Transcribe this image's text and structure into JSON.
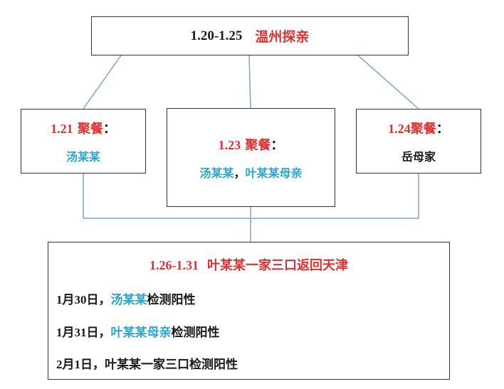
{
  "colors": {
    "accent_red": "#e0302f",
    "accent_blue": "#2aa6cf",
    "connector": "#7aa6cf",
    "text": "#1a1a1a"
  },
  "top": {
    "dates": "1.20-1.25",
    "title": "温州探亲"
  },
  "gatherings": [
    {
      "date": "1.21",
      "label": " 聚餐",
      "colon": "：",
      "people": [
        "汤某某"
      ],
      "separator": ""
    },
    {
      "date": "1.23",
      "label": " 聚餐",
      "colon": "：",
      "people": [
        "汤某某",
        "叶某某母亲"
      ],
      "separator": "，"
    },
    {
      "date": "1.24",
      "label": "聚餐",
      "colon": "：",
      "people": [
        "岳母家"
      ],
      "separator": ""
    }
  ],
  "bottom": {
    "dates": "1.26-1.31",
    "title": "叶某某一家三口返回天津",
    "events": [
      {
        "date": "1月30日",
        "sep": "，",
        "subject": "汤某某",
        "result": "检测阳性"
      },
      {
        "date": "1月31日",
        "sep": "，",
        "subject": "叶某某母亲",
        "result": "检测阳性"
      },
      {
        "date": "2月1日",
        "sep": "，",
        "subject": "叶某某一家三口",
        "result": "检测阳性"
      }
    ]
  }
}
